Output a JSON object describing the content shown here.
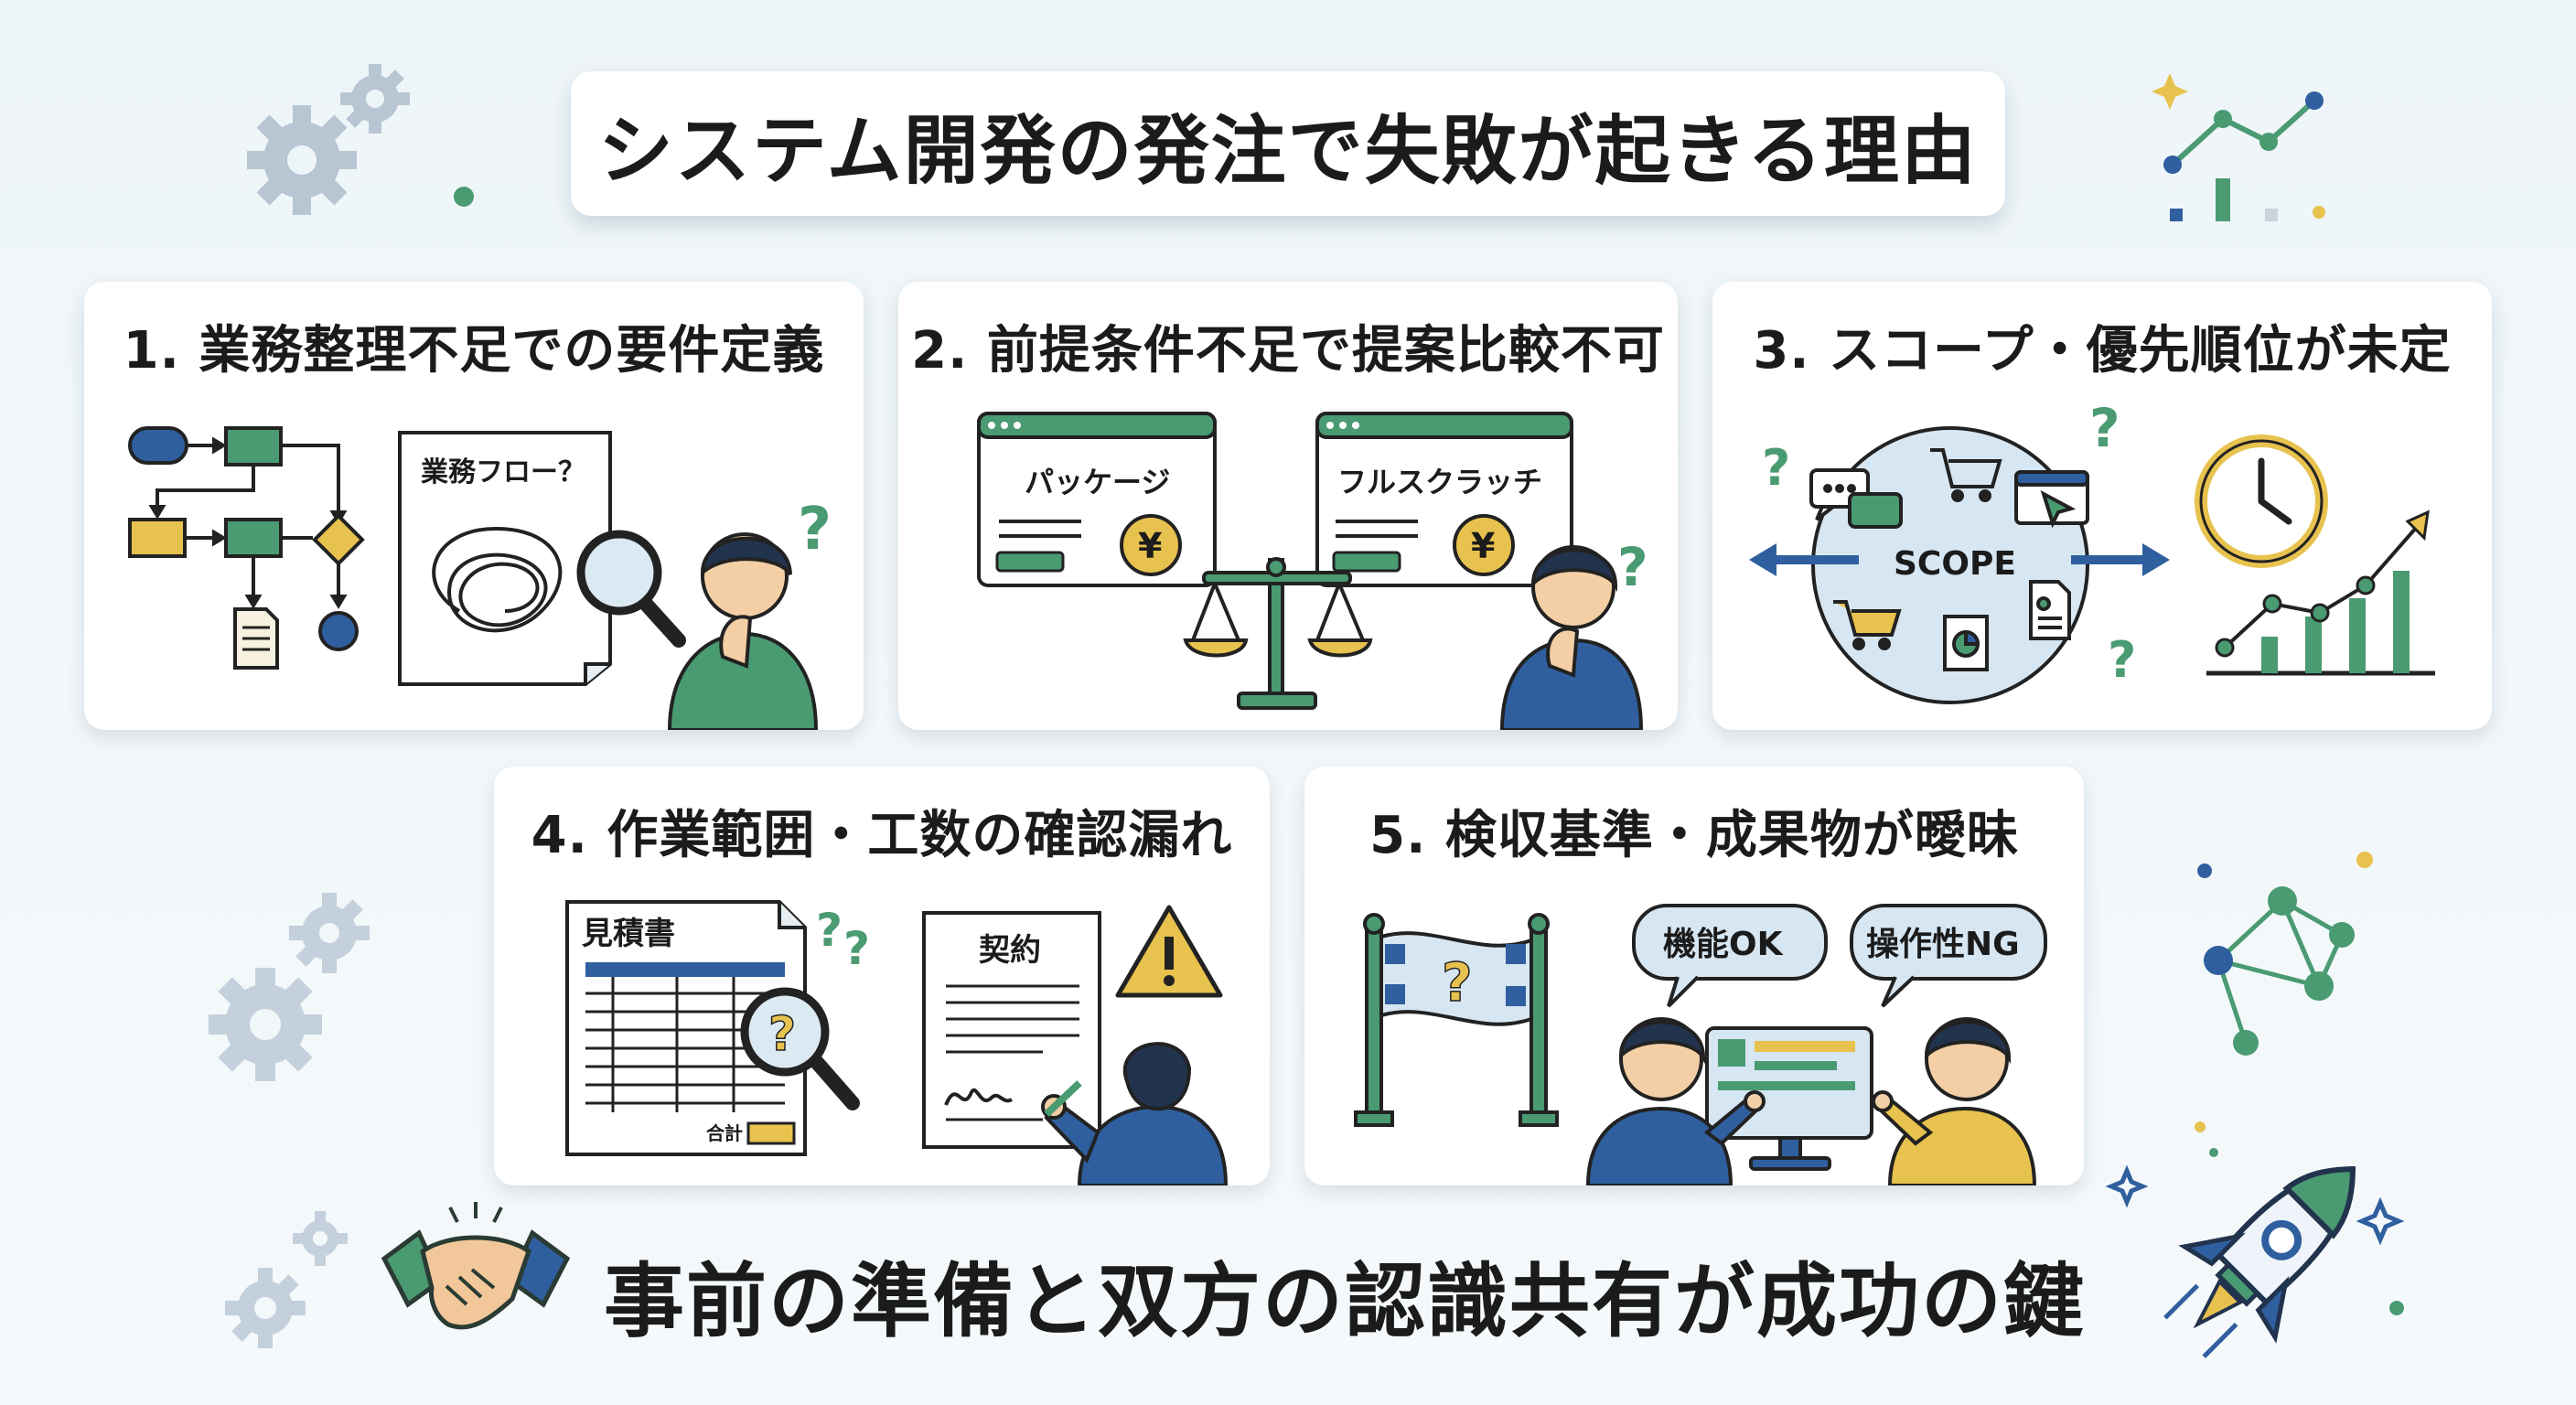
{
  "title": "システム開発の発注で失敗が起きる理由",
  "panels": [
    {
      "label": "1. 業務整理不足での要件定義",
      "note": "業務フロー？"
    },
    {
      "label": "2. 前提条件不足で提案比較不可",
      "option_a": "パッケージ",
      "option_b": "フルスクラッチ",
      "currency": "¥"
    },
    {
      "label": "3. スコープ・優先順位が未定",
      "scope": "SCOPE"
    },
    {
      "label": "4. 作業範囲・工数の確認漏れ",
      "estimate": "見積書",
      "total": "合計",
      "contract": "契約"
    },
    {
      "label": "5. 検収基準・成果物が曖昧",
      "bubble_ok": "機能OK",
      "bubble_ng": "操作性NG"
    }
  ],
  "question_mark": "?",
  "footer": "事前の準備と双方の認識共有が成功の鍵",
  "colors": {
    "green": "#4a9a72",
    "blue": "#2f5f9e",
    "yellow": "#e8c24e",
    "light_blue": "#d6e6f2",
    "gear": "#b8c6d3"
  },
  "icons": [
    "gear-icon",
    "chart-icon",
    "handshake-icon",
    "rocket-icon",
    "magnifier-icon",
    "scale-icon",
    "clock-icon",
    "cart-icon",
    "warning-icon",
    "flag-icon",
    "monitor-icon",
    "network-icon"
  ]
}
